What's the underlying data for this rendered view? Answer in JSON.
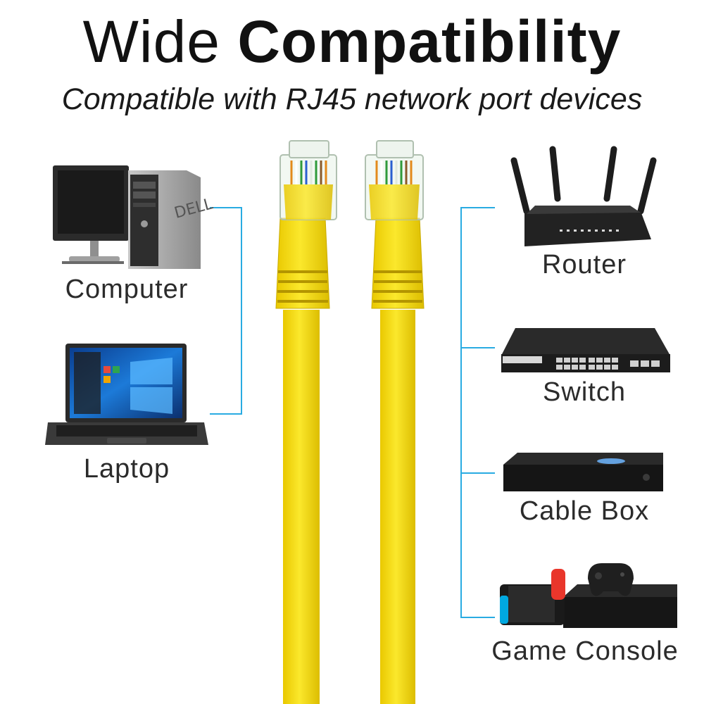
{
  "header": {
    "title_light": "Wide",
    "title_bold": "Compatibility",
    "subtitle": "Compatible with RJ45 network port devices"
  },
  "devices": {
    "left": [
      {
        "label": "Computer",
        "icon": "desktop-computer-icon"
      },
      {
        "label": "Laptop",
        "icon": "laptop-icon"
      }
    ],
    "right": [
      {
        "label": "Router",
        "icon": "router-icon"
      },
      {
        "label": "Switch",
        "icon": "network-switch-icon"
      },
      {
        "label": "Cable Box",
        "icon": "cable-box-icon"
      },
      {
        "label": "Game Console",
        "icon": "game-console-icon"
      }
    ]
  },
  "colors": {
    "cable": "#f5dc10",
    "connector_line": "#29abe2",
    "text": "#2b2b2b"
  }
}
